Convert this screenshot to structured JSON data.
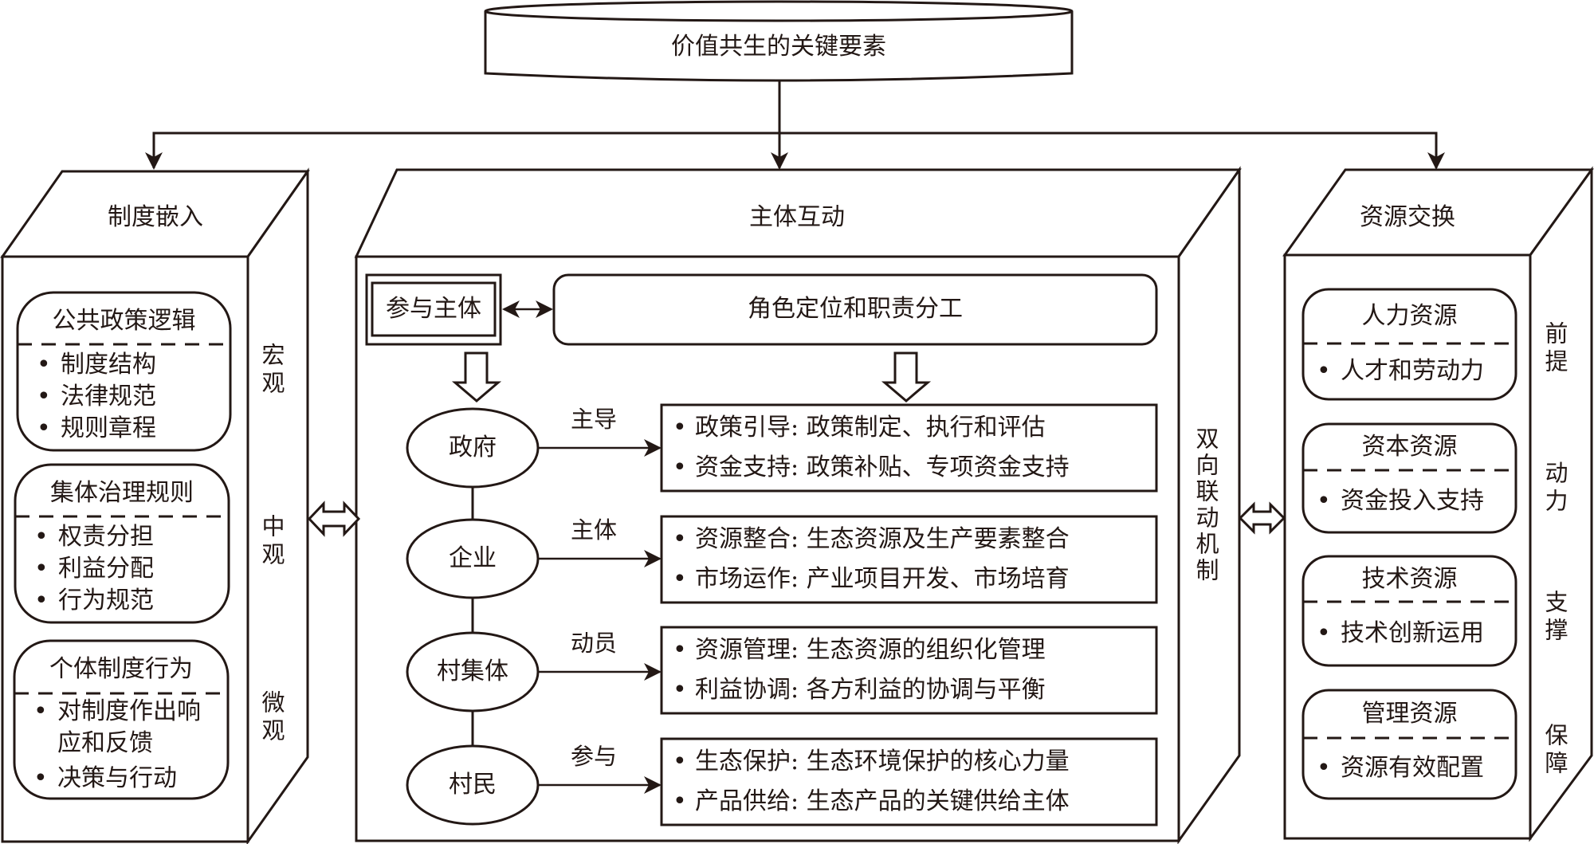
{
  "root": {
    "title": "价值共生的关键要素"
  },
  "left_block": {
    "title": "制度嵌入",
    "cards": [
      {
        "title": "公共政策逻辑",
        "items": [
          "制度结构",
          "法律规范",
          "规则章程"
        ]
      },
      {
        "title": "集体治理规则",
        "items": [
          "权责分担",
          "利益分配",
          "行为规范"
        ]
      },
      {
        "title": "个体制度行为",
        "items": [
          "对制度作出响应和反馈",
          "决策与行动"
        ]
      }
    ],
    "side_labels": [
      "宏观",
      "中观",
      "微观"
    ]
  },
  "middle_block": {
    "title": "主体互动",
    "participants_label": "参与主体",
    "roles_label": "角色定位和职责分工",
    "side_label": "双向联动机制",
    "actors": [
      {
        "name": "政府",
        "role": "主导",
        "items": [
          "政策引导: 政策制定、执行和评估",
          "资金支持: 政策补贴、专项资金支持"
        ]
      },
      {
        "name": "企业",
        "role": "主体",
        "items": [
          "资源整合: 生态资源及生产要素整合",
          "市场运作: 产业项目开发、市场培育"
        ]
      },
      {
        "name": "村集体",
        "role": "动员",
        "items": [
          "资源管理: 生态资源的组织化管理",
          "利益协调: 各方利益的协调与平衡"
        ]
      },
      {
        "name": "村民",
        "role": "参与",
        "items": [
          "生态保护: 生态环境保护的核心力量",
          "产品供给: 生态产品的关键供给主体"
        ]
      }
    ]
  },
  "right_block": {
    "title": "资源交换",
    "cards": [
      {
        "title": "人力资源",
        "items": [
          "人才和劳动力"
        ]
      },
      {
        "title": "资本资源",
        "items": [
          "资金投入支持"
        ]
      },
      {
        "title": "技术资源",
        "items": [
          "技术创新运用"
        ]
      },
      {
        "title": "管理资源",
        "items": [
          "资源有效配置"
        ]
      }
    ],
    "side_labels": [
      "前提",
      "动力",
      "支撑",
      "保障"
    ]
  },
  "colors": {
    "stroke": "#231815",
    "background": "#ffffff"
  }
}
